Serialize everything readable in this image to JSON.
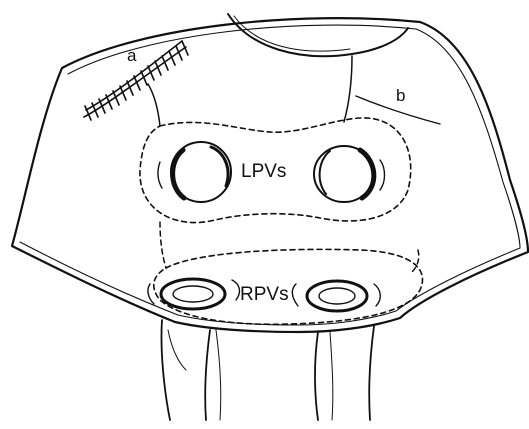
{
  "labels": {
    "a": "a",
    "b": "b",
    "lpvs": "LPVs",
    "rpvs": "RPVs"
  },
  "colors": {
    "ink": "#111111",
    "background": "#ffffff"
  }
}
